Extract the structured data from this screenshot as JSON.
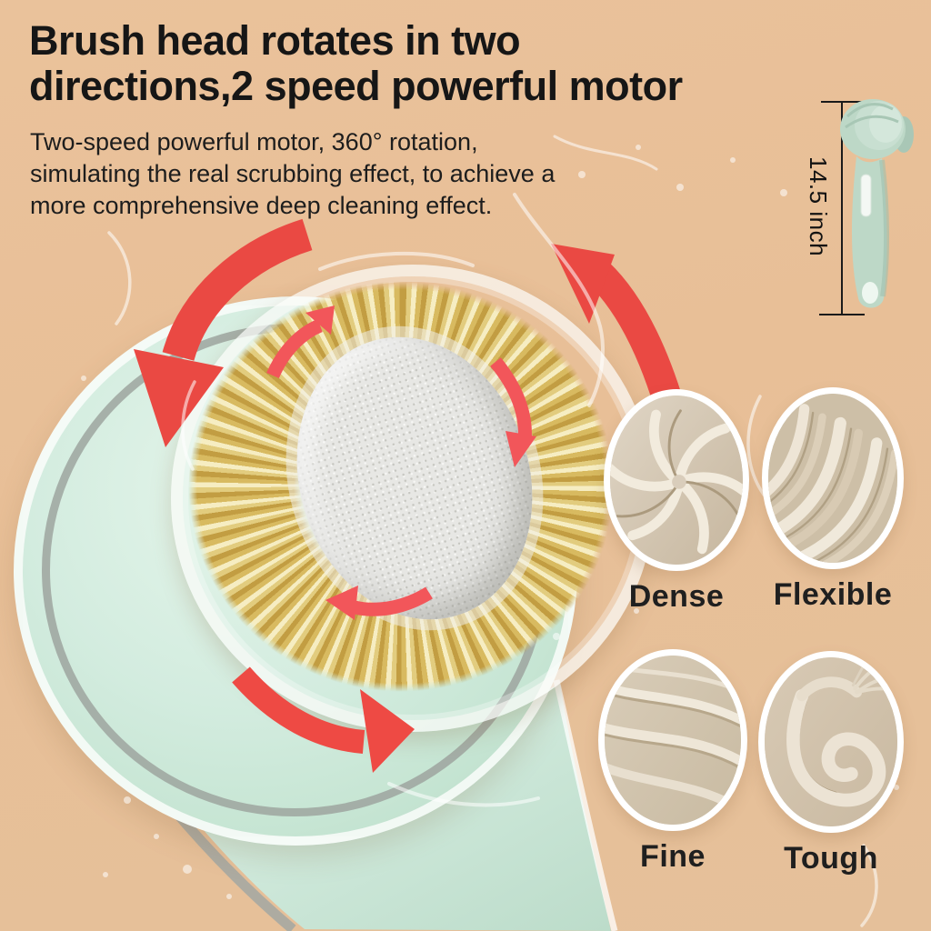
{
  "header": {
    "title_line1": "Brush head rotates in two",
    "title_line2": "directions,2 speed powerful motor",
    "description_lines": [
      "Two-speed powerful motor, 360° rotation,",
      "simulating the real scrubbing effect, to achieve a",
      "more comprehensive deep cleaning effect."
    ]
  },
  "size_callout": {
    "label": "14.5 inch"
  },
  "features": [
    {
      "label": "Dense"
    },
    {
      "label": "Flexible"
    },
    {
      "label": "Fine"
    },
    {
      "label": "Tough"
    }
  ],
  "colors": {
    "background": "#e8bf97",
    "accent_red": "#ea4943",
    "product_mint": "#cfe9db",
    "bristle_gold": "#e2cc7e",
    "stone_gray": "#e7e7e4",
    "text_dark": "#161616"
  }
}
